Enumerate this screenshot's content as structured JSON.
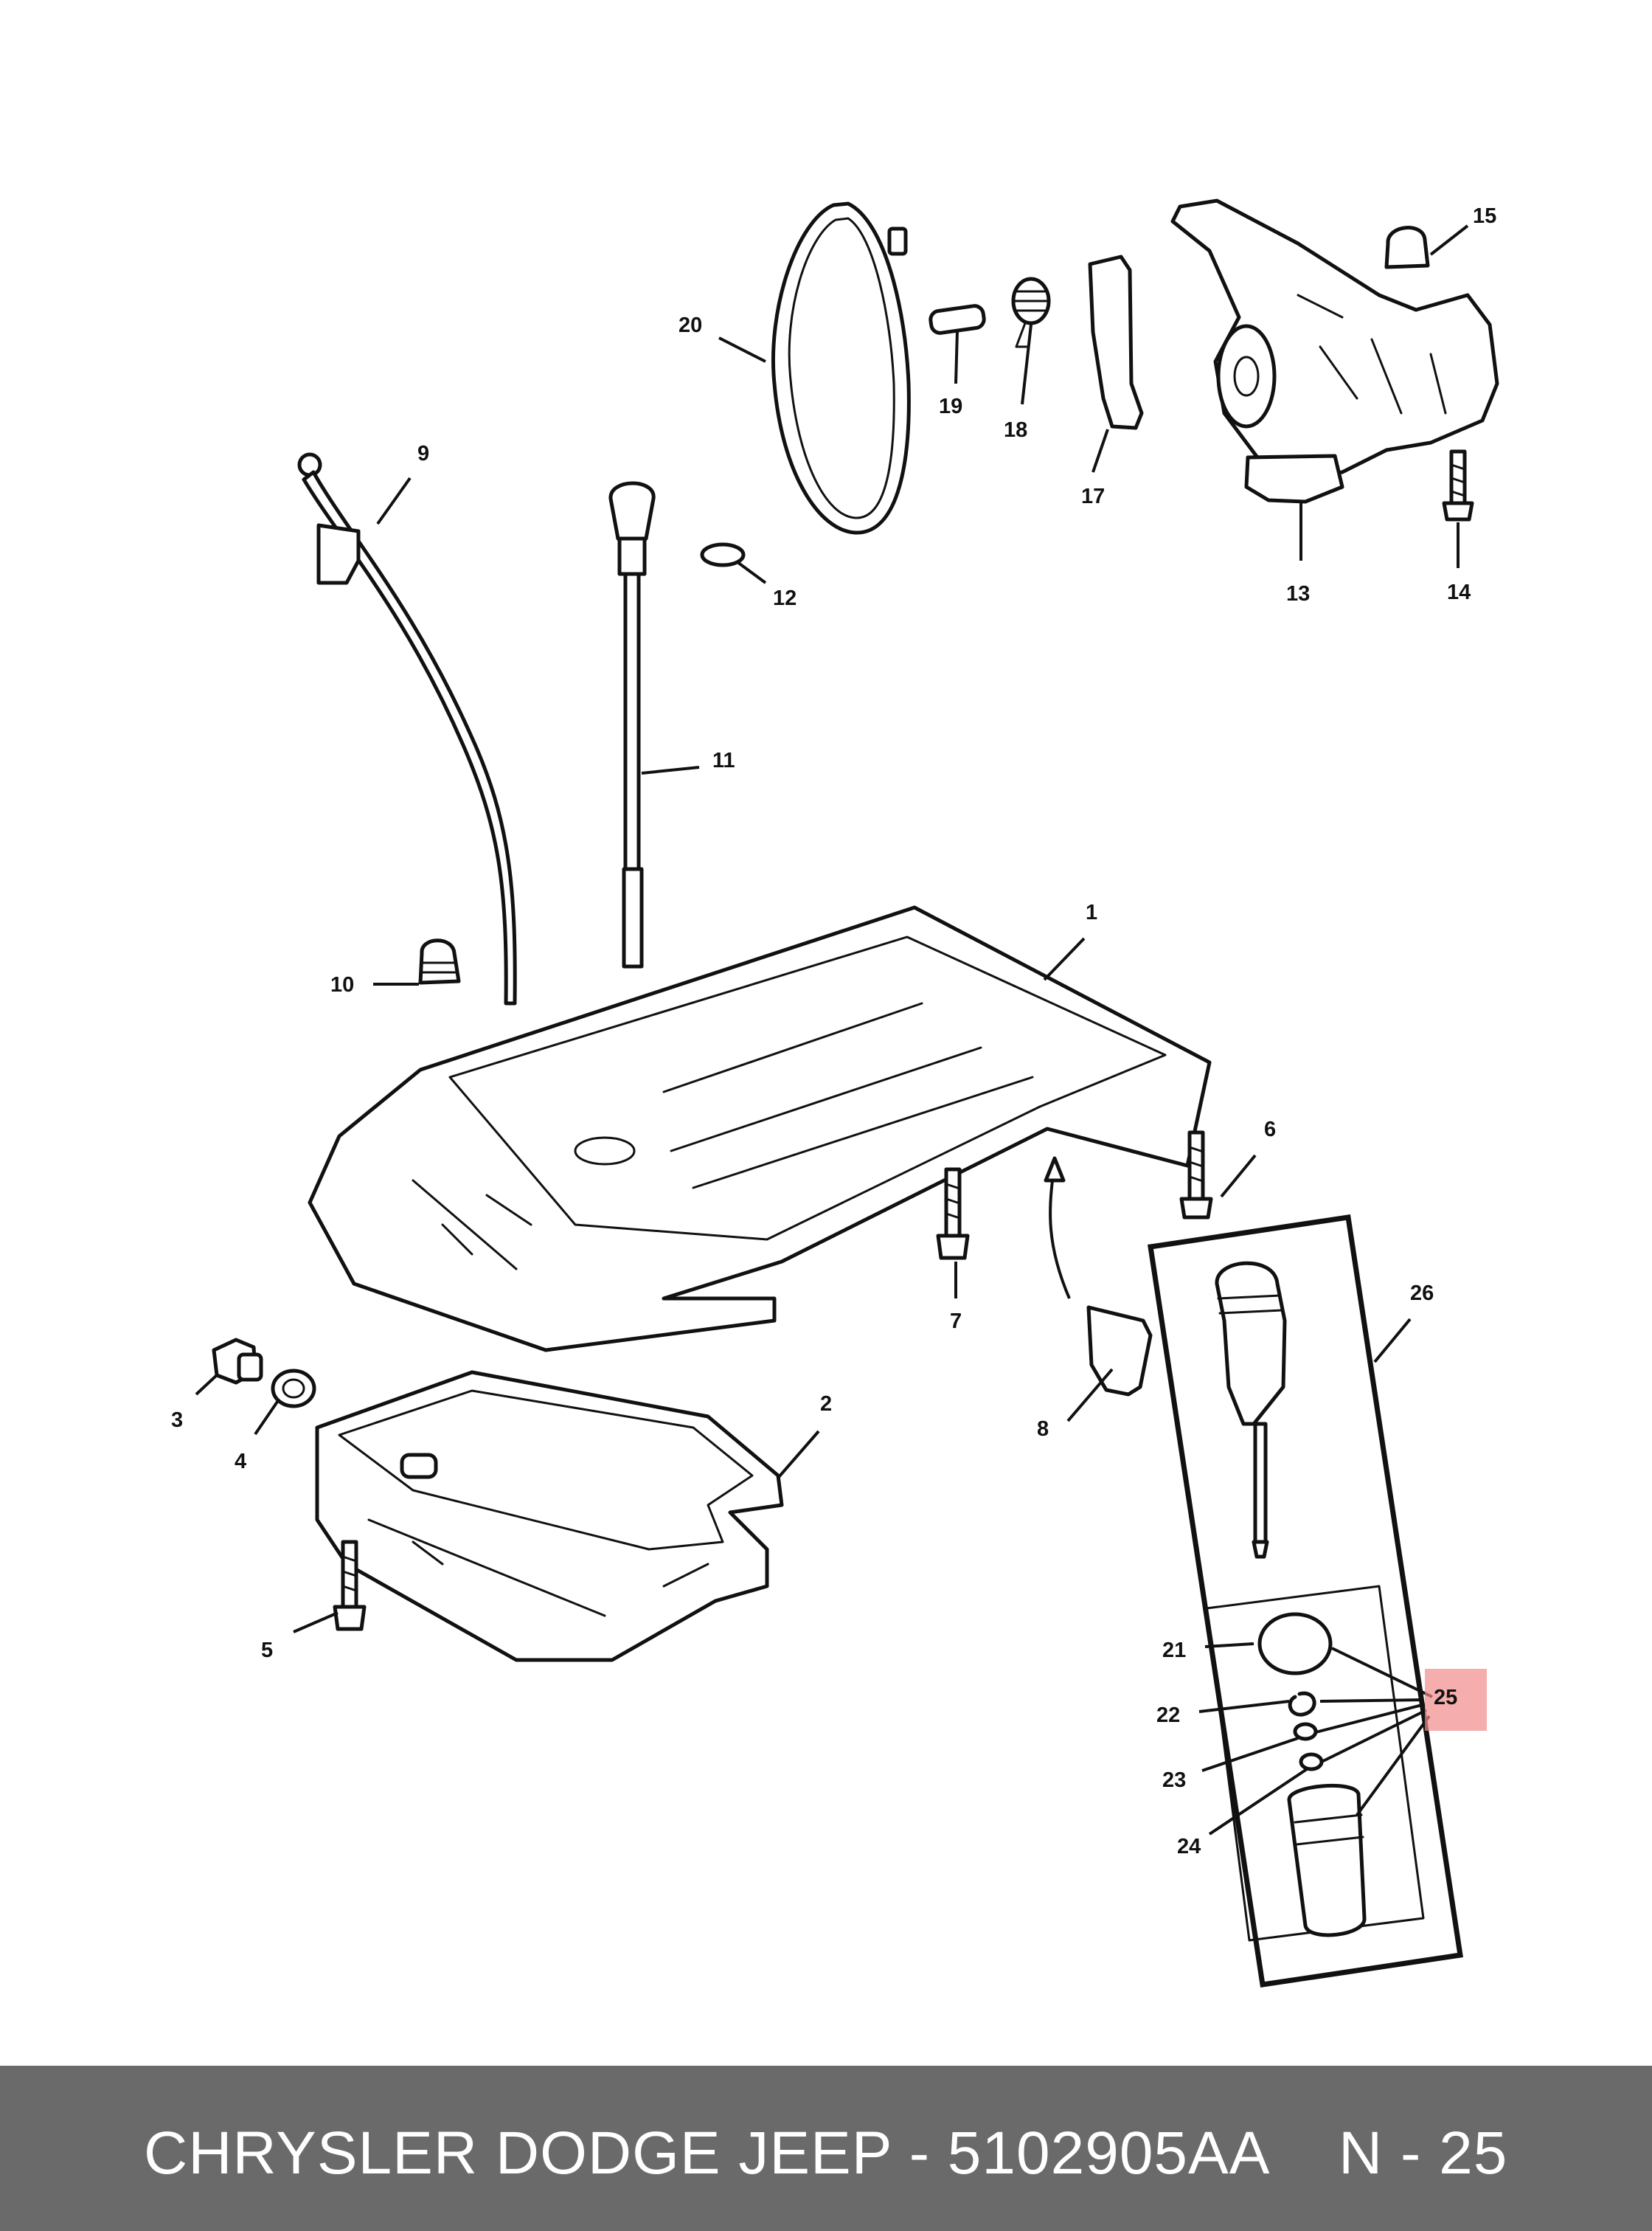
{
  "labels": [
    "1",
    "2",
    "3",
    "4",
    "5",
    "6",
    "7",
    "8",
    "9",
    "10",
    "11",
    "12",
    "13",
    "14",
    "15",
    "17",
    "18",
    "19",
    "20",
    "21",
    "22",
    "23",
    "24",
    "25",
    "26"
  ],
  "highlighted_label": "25",
  "colors": {
    "highlight": "#f18a8a",
    "footer_bg": "#6a6a6a",
    "footer_text": "#ffffff",
    "line": "#111111"
  },
  "footer": {
    "title": "CHRYSLER DODGE JEEP - 5102905AA",
    "page": "N - 25"
  }
}
